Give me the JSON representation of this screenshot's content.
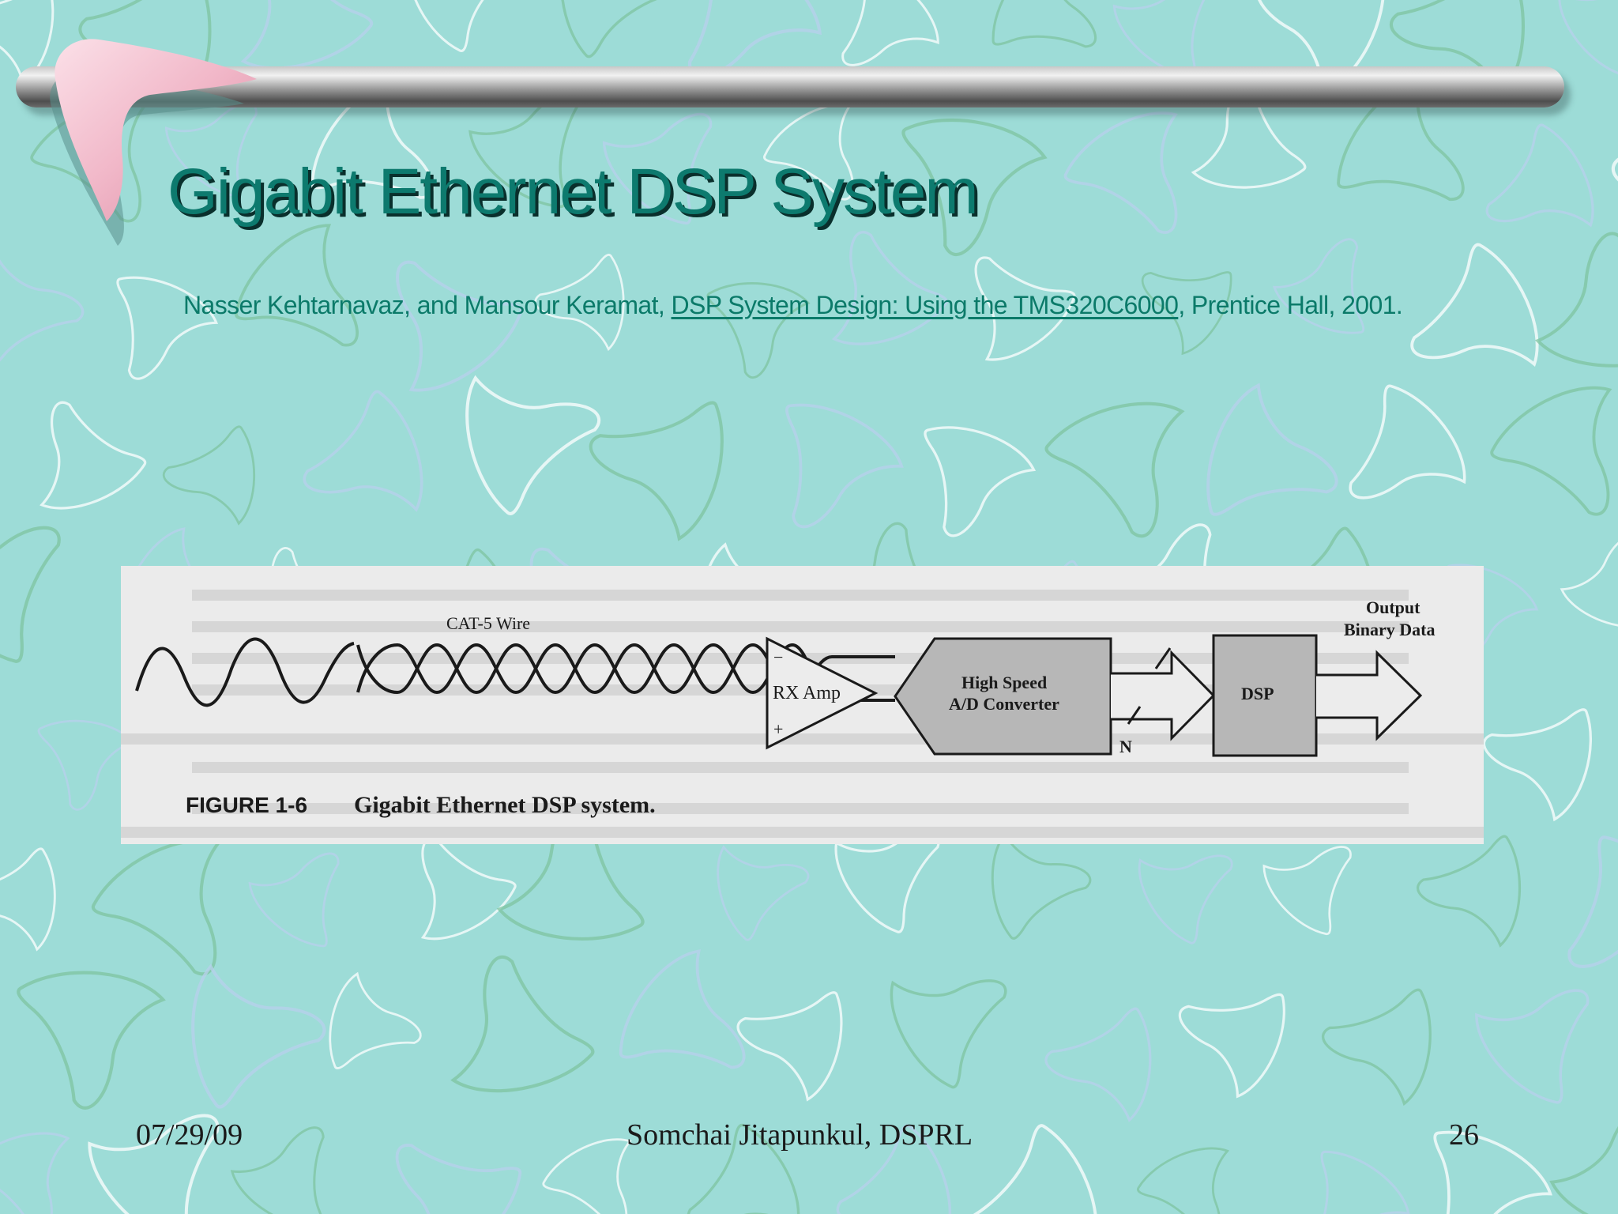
{
  "slide": {
    "title": "Gigabit Ethernet DSP System",
    "citation": {
      "authors": "Nasser Kehtarnavaz, and Mansour Keramat, ",
      "book_title": "DSP System Design: Using the TMS320C6000",
      "publisher": ", Prentice Hall, 2001."
    }
  },
  "figure": {
    "wire_label": "CAT-5 Wire",
    "amp_label": "RX Amp",
    "amp_minus": "−",
    "amp_plus": "+",
    "adc_label_line1": "High Speed",
    "adc_label_line2": "A/D Converter",
    "bus_width_label": "N",
    "dsp_label": "DSP",
    "output_label_line1": "Output",
    "output_label_line2": "Binary Data",
    "caption_number": "FIGURE 1-6",
    "caption_text": "Gigabit Ethernet DSP system."
  },
  "footer": {
    "date": "07/29/09",
    "author": "Somchai Jitapunkul, DSPRL",
    "page_number": "26"
  },
  "colors": {
    "background": "#9ddcd7",
    "title": "#0d7a6e",
    "citation": "#0b7a69",
    "accent_pink": "#f3c1cf"
  }
}
